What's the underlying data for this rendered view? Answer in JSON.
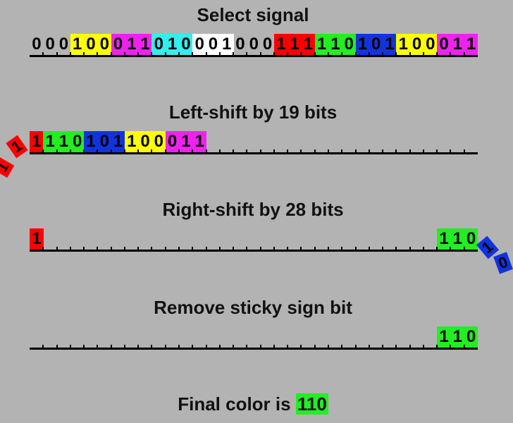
{
  "colors": {
    "black": "#b3b3b3",
    "yellow": "#ffff00",
    "magenta": "#ee22ee",
    "cyan": "#33eeee",
    "white": "#ffffff",
    "red": "#ff0000",
    "green": "#22ee22",
    "blue": "#1133dd"
  },
  "sections": [
    {
      "title": "Select signal",
      "bits": [
        "0",
        "0",
        "0",
        "1",
        "0",
        "0",
        "0",
        "1",
        "1",
        "0",
        "1",
        "0",
        "0",
        "0",
        "1",
        "0",
        "0",
        "0",
        "1",
        "1",
        "1",
        "1",
        "1",
        "0",
        "1",
        "0",
        "1",
        "1",
        "0",
        "0",
        "0",
        "1",
        "1"
      ],
      "groups": [
        "black",
        "yellow",
        "magenta",
        "cyan",
        "white",
        "black",
        "red",
        "green",
        "blue",
        "yellow",
        "magenta"
      ]
    },
    {
      "title": "Left-shift by 19 bits",
      "bits": [
        "1",
        "1",
        "1",
        "0",
        "1",
        "0",
        "1",
        "1",
        "0",
        "0",
        "0",
        "1",
        "1",
        "",
        "",
        "",
        "",
        "",
        "",
        "",
        "",
        "",
        "",
        "",
        "",
        "",
        "",
        "",
        "",
        "",
        "",
        "",
        ""
      ],
      "groups": [
        "red-end",
        "green",
        "blue",
        "yellow",
        "magenta",
        "blank",
        "blank",
        "blank",
        "blank",
        "blank",
        "blank"
      ]
    },
    {
      "title": "Right-shift by 28 bits",
      "bits": [
        "1",
        "",
        "",
        "",
        "",
        "",
        "",
        "",
        "",
        "",
        "",
        "",
        "",
        "",
        "",
        "",
        "",
        "",
        "",
        "",
        "",
        "",
        "",
        "",
        "",
        "",
        "",
        "",
        "",
        "",
        "1",
        "1",
        "0"
      ],
      "groups": []
    },
    {
      "title": "Remove sticky sign bit",
      "bits": [
        "",
        "",
        "",
        "",
        "",
        "",
        "",
        "",
        "",
        "",
        "",
        "",
        "",
        "",
        "",
        "",
        "",
        "",
        "",
        "",
        "",
        "",
        "",
        "",
        "",
        "",
        "",
        "",
        "",
        "",
        "1",
        "1",
        "0"
      ],
      "groups": []
    }
  ],
  "flying": [
    {
      "text": "1",
      "color": "red"
    },
    {
      "text": "1",
      "color": "red"
    },
    {
      "text": "1",
      "color": "red"
    },
    {
      "text": "1",
      "color": "blue"
    },
    {
      "text": "0",
      "color": "blue"
    }
  ],
  "final": {
    "label": "Final color is",
    "value": "110",
    "color": "green"
  }
}
